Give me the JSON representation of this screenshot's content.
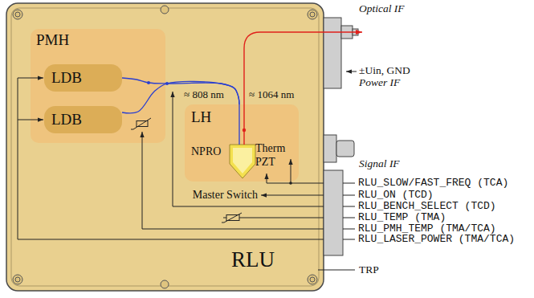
{
  "diagram": {
    "nodes": [
      {
        "text": [
          "RLU"
        ]
      },
      {
        "text": [
          "PMH"
        ],
        "in": 0
      },
      {
        "text": [
          "LDB"
        ],
        "in": 1
      },
      {
        "text": [
          "LDB"
        ],
        "in": 1
      },
      {
        "text": [
          "LH",
          "NPRO",
          "Therm",
          "PZT"
        ],
        "in": 0
      }
    ],
    "edges": [
      {
        "from": 2,
        "to": 4,
        "arrow": "none",
        "label": "≈ 808 nm"
      },
      {
        "from": 3,
        "to": 4,
        "arrow": "none"
      }
    ],
    "labels": [
      "≈ 1064 nm",
      "Optical IF",
      "±Uin, GND",
      "Power IF",
      "Master Switch",
      "Signal IF",
      "RLU_SLOW/FAST_FREQ (TCA)",
      "RLU_ON (TCD)",
      "RLU_BENCH_SELECT (TCD)",
      "RLU_TEMP (TMA)",
      "RLU_PMH_TEMP (TMA/TCA)",
      "RLU_LASER_POWER (TMA/TCA)",
      "TRP"
    ]
  }
}
